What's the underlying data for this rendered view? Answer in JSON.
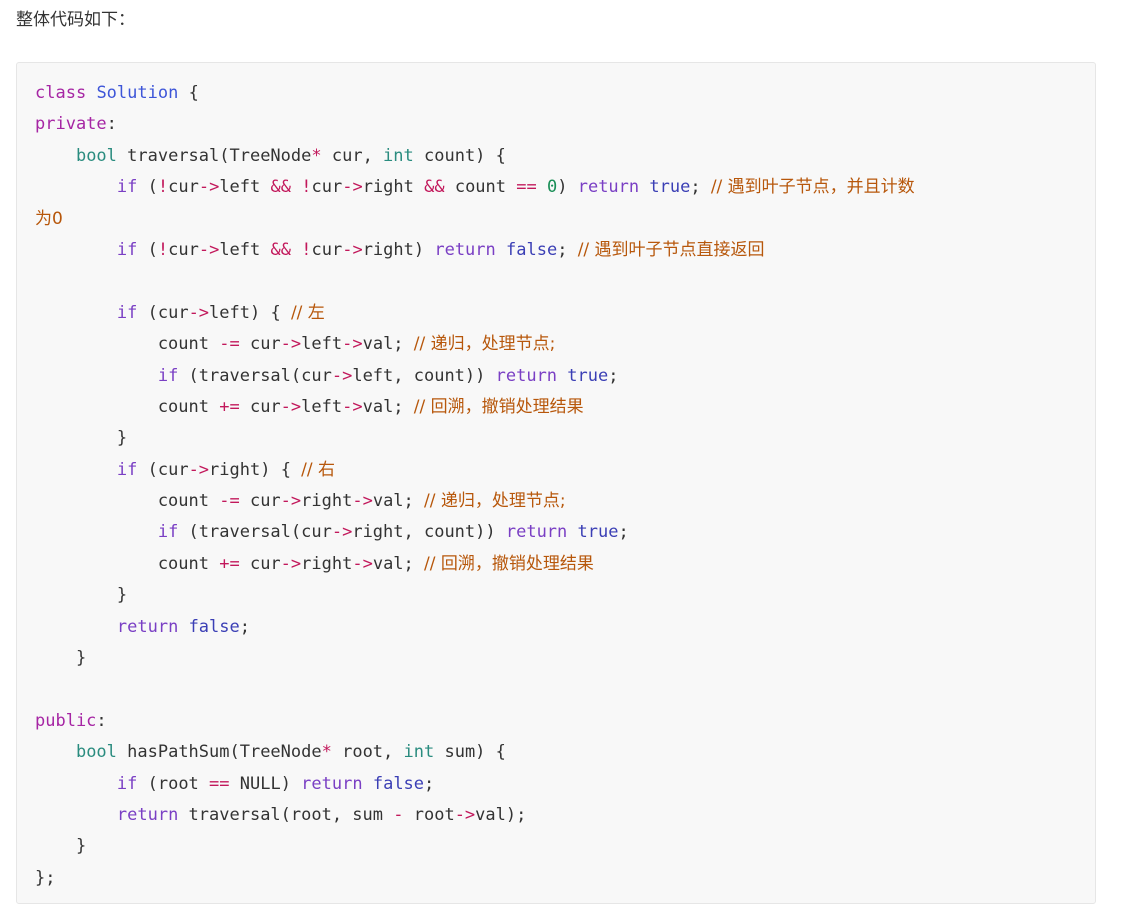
{
  "intro": "整体代码如下：",
  "code": {
    "language": "cpp",
    "lines": [
      [
        {
          "t": "class",
          "c": "kw"
        },
        {
          "t": " "
        },
        {
          "t": "Solution",
          "c": "fn"
        },
        {
          "t": " {"
        }
      ],
      [
        {
          "t": "private",
          "c": "kw"
        },
        {
          "t": ":"
        }
      ],
      [
        {
          "t": "    "
        },
        {
          "t": "bool",
          "c": "tp"
        },
        {
          "t": " traversal(TreeNode"
        },
        {
          "t": "*",
          "c": "op"
        },
        {
          "t": " cur, "
        },
        {
          "t": "int",
          "c": "tp"
        },
        {
          "t": " count) {"
        }
      ],
      [
        {
          "t": "        "
        },
        {
          "t": "if",
          "c": "ctl"
        },
        {
          "t": " ("
        },
        {
          "t": "!",
          "c": "op"
        },
        {
          "t": "cur"
        },
        {
          "t": "->",
          "c": "op"
        },
        {
          "t": "left "
        },
        {
          "t": "&&",
          "c": "op"
        },
        {
          "t": " "
        },
        {
          "t": "!",
          "c": "op"
        },
        {
          "t": "cur"
        },
        {
          "t": "->",
          "c": "op"
        },
        {
          "t": "right "
        },
        {
          "t": "&&",
          "c": "op"
        },
        {
          "t": " count "
        },
        {
          "t": "==",
          "c": "op"
        },
        {
          "t": " "
        },
        {
          "t": "0",
          "c": "num"
        },
        {
          "t": ") "
        },
        {
          "t": "return",
          "c": "ctl"
        },
        {
          "t": " "
        },
        {
          "t": "true",
          "c": "lit"
        },
        {
          "t": "; "
        },
        {
          "t": "// 遇到叶子节点，并且计数",
          "c": "cm"
        }
      ],
      [
        {
          "t": "为0",
          "c": "cm"
        }
      ],
      [
        {
          "t": "        "
        },
        {
          "t": "if",
          "c": "ctl"
        },
        {
          "t": " ("
        },
        {
          "t": "!",
          "c": "op"
        },
        {
          "t": "cur"
        },
        {
          "t": "->",
          "c": "op"
        },
        {
          "t": "left "
        },
        {
          "t": "&&",
          "c": "op"
        },
        {
          "t": " "
        },
        {
          "t": "!",
          "c": "op"
        },
        {
          "t": "cur"
        },
        {
          "t": "->",
          "c": "op"
        },
        {
          "t": "right) "
        },
        {
          "t": "return",
          "c": "ctl"
        },
        {
          "t": " "
        },
        {
          "t": "false",
          "c": "lit"
        },
        {
          "t": "; "
        },
        {
          "t": "// 遇到叶子节点直接返回",
          "c": "cm"
        }
      ],
      [
        {
          "t": ""
        }
      ],
      [
        {
          "t": "        "
        },
        {
          "t": "if",
          "c": "ctl"
        },
        {
          "t": " (cur"
        },
        {
          "t": "->",
          "c": "op"
        },
        {
          "t": "left) { "
        },
        {
          "t": "// 左",
          "c": "cm"
        }
      ],
      [
        {
          "t": "            count "
        },
        {
          "t": "-=",
          "c": "op"
        },
        {
          "t": " cur"
        },
        {
          "t": "->",
          "c": "op"
        },
        {
          "t": "left"
        },
        {
          "t": "->",
          "c": "op"
        },
        {
          "t": "val; "
        },
        {
          "t": "// 递归，处理节点;",
          "c": "cm"
        }
      ],
      [
        {
          "t": "            "
        },
        {
          "t": "if",
          "c": "ctl"
        },
        {
          "t": " (traversal(cur"
        },
        {
          "t": "->",
          "c": "op"
        },
        {
          "t": "left, count)) "
        },
        {
          "t": "return",
          "c": "ctl"
        },
        {
          "t": " "
        },
        {
          "t": "true",
          "c": "lit"
        },
        {
          "t": ";"
        }
      ],
      [
        {
          "t": "            count "
        },
        {
          "t": "+=",
          "c": "op"
        },
        {
          "t": " cur"
        },
        {
          "t": "->",
          "c": "op"
        },
        {
          "t": "left"
        },
        {
          "t": "->",
          "c": "op"
        },
        {
          "t": "val; "
        },
        {
          "t": "// 回溯，撤销处理结果",
          "c": "cm"
        }
      ],
      [
        {
          "t": "        }"
        }
      ],
      [
        {
          "t": "        "
        },
        {
          "t": "if",
          "c": "ctl"
        },
        {
          "t": " (cur"
        },
        {
          "t": "->",
          "c": "op"
        },
        {
          "t": "right) { "
        },
        {
          "t": "// 右",
          "c": "cm"
        }
      ],
      [
        {
          "t": "            count "
        },
        {
          "t": "-=",
          "c": "op"
        },
        {
          "t": " cur"
        },
        {
          "t": "->",
          "c": "op"
        },
        {
          "t": "right"
        },
        {
          "t": "->",
          "c": "op"
        },
        {
          "t": "val; "
        },
        {
          "t": "// 递归，处理节点;",
          "c": "cm"
        }
      ],
      [
        {
          "t": "            "
        },
        {
          "t": "if",
          "c": "ctl"
        },
        {
          "t": " (traversal(cur"
        },
        {
          "t": "->",
          "c": "op"
        },
        {
          "t": "right, count)) "
        },
        {
          "t": "return",
          "c": "ctl"
        },
        {
          "t": " "
        },
        {
          "t": "true",
          "c": "lit"
        },
        {
          "t": ";"
        }
      ],
      [
        {
          "t": "            count "
        },
        {
          "t": "+=",
          "c": "op"
        },
        {
          "t": " cur"
        },
        {
          "t": "->",
          "c": "op"
        },
        {
          "t": "right"
        },
        {
          "t": "->",
          "c": "op"
        },
        {
          "t": "val; "
        },
        {
          "t": "// 回溯，撤销处理结果",
          "c": "cm"
        }
      ],
      [
        {
          "t": "        }"
        }
      ],
      [
        {
          "t": "        "
        },
        {
          "t": "return",
          "c": "ctl"
        },
        {
          "t": " "
        },
        {
          "t": "false",
          "c": "lit"
        },
        {
          "t": ";"
        }
      ],
      [
        {
          "t": "    }"
        }
      ],
      [
        {
          "t": ""
        }
      ],
      [
        {
          "t": "public",
          "c": "kw"
        },
        {
          "t": ":"
        }
      ],
      [
        {
          "t": "    "
        },
        {
          "t": "bool",
          "c": "tp"
        },
        {
          "t": " hasPathSum(TreeNode"
        },
        {
          "t": "*",
          "c": "op"
        },
        {
          "t": " root, "
        },
        {
          "t": "int",
          "c": "tp"
        },
        {
          "t": " sum) {"
        }
      ],
      [
        {
          "t": "        "
        },
        {
          "t": "if",
          "c": "ctl"
        },
        {
          "t": " (root "
        },
        {
          "t": "==",
          "c": "op"
        },
        {
          "t": " NULL) "
        },
        {
          "t": "return",
          "c": "ctl"
        },
        {
          "t": " "
        },
        {
          "t": "false",
          "c": "lit"
        },
        {
          "t": ";"
        }
      ],
      [
        {
          "t": "        "
        },
        {
          "t": "return",
          "c": "ctl"
        },
        {
          "t": " traversal(root, sum "
        },
        {
          "t": "-",
          "c": "op"
        },
        {
          "t": " root"
        },
        {
          "t": "->",
          "c": "op"
        },
        {
          "t": "val);"
        }
      ],
      [
        {
          "t": "    }"
        }
      ],
      [
        {
          "t": "};"
        }
      ]
    ]
  }
}
